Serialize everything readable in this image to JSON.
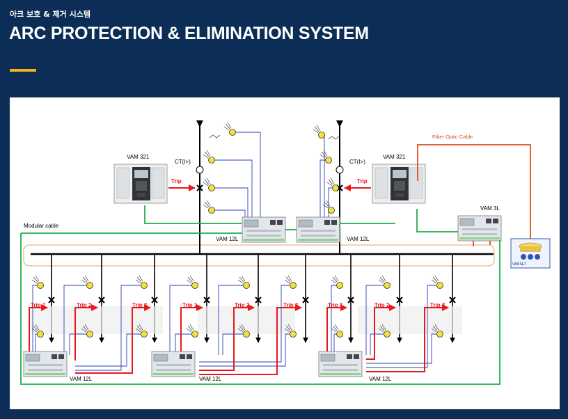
{
  "header": {
    "subtitle_ko": "아크 보호 & 제거 시스템",
    "title": "ARC PROTECTION & ELIMINATION SYSTEM"
  },
  "colors": {
    "background": "#0c2d55",
    "accent": "#f2b21c",
    "trip": "#e8181d",
    "sensor_wire": "#2a3fb8",
    "modular_cable": "#1fae4b",
    "fiber": "#d9501e",
    "sensor": "#f3e13a"
  },
  "diagram": {
    "relay_left": "VAM 321",
    "relay_right": "VAM 321",
    "ct_left": "CT(I>)",
    "ct_right": "CT(I>)",
    "trip_left": "Trip",
    "trip_right": "Trip",
    "fiber_label": "Fiber Optic Cable",
    "modular_label": "Modular cable",
    "vam3l": "VAM 3L",
    "vam12l_top_left": "VAM 12L",
    "vam12l_top_right": "VAM 12L",
    "vam12l_bottom": [
      "VAM 12L",
      "VAM 12L",
      "VAM 12L"
    ],
    "trips": [
      "Trip 1",
      "Trip 2",
      "Trip 3",
      "Trip 1",
      "Trip 2",
      "Trip 3",
      "Trip 1",
      "Trip 2",
      "Trip 3"
    ],
    "ied_label": "VAMSET"
  }
}
